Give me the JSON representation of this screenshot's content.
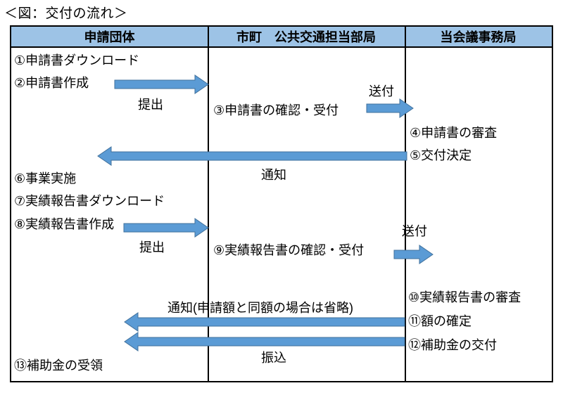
{
  "title": "＜図：交付の流れ＞",
  "colors": {
    "arrow_fill": "#5B9BD5",
    "arrow_stroke": "#41719C",
    "header_bg": "#9DC3E6",
    "border": "#000000"
  },
  "table": {
    "headers": [
      {
        "label": "申請団体"
      },
      {
        "label": "市町　公共交通担当部局"
      },
      {
        "label": "当会議事務局"
      }
    ]
  },
  "steps": {
    "s1": "①申請書ダウンロード",
    "s2": "②申請書作成",
    "s3": "③申請書の確認・受付",
    "s4": "④申請書の審査",
    "s5": "⑤交付決定",
    "s6": "⑥事業実施",
    "s7": "⑦実績報告書ダウンロード",
    "s8": "⑧実績報告書作成",
    "s9": "⑨実績報告書の確認・受付",
    "s10": "⑩実績報告書の審査",
    "s11": "⑪額の確定",
    "s12": "⑫補助金の交付",
    "s13": "⑬補助金の受領"
  },
  "arrow_labels": {
    "submit1": "提出",
    "send1": "送付",
    "notify1": "通知",
    "submit2": "提出",
    "send2": "送付",
    "notify2": "通知(申請額と同額の場合は省略)",
    "transfer": "振込"
  }
}
